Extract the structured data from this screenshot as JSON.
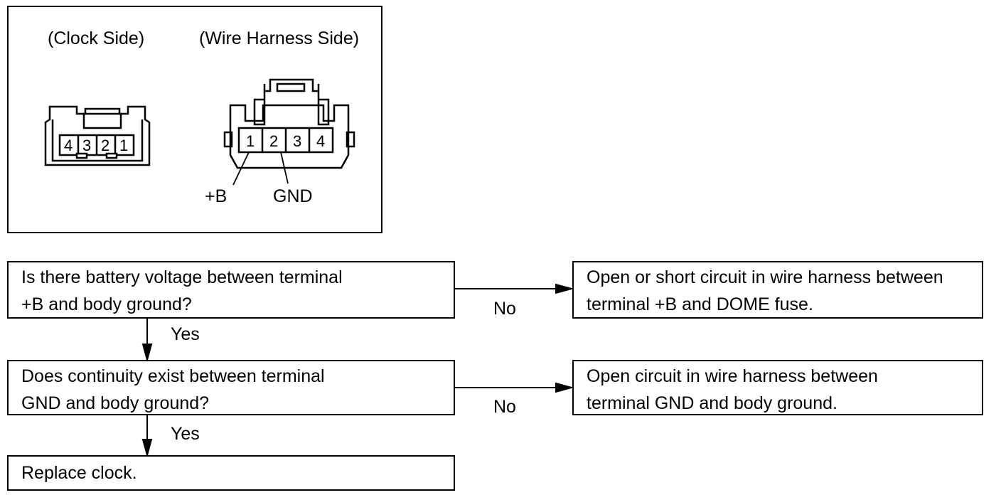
{
  "connector_panel": {
    "clock_side_label": "(Clock Side)",
    "harness_side_label": "(Wire Harness Side)",
    "clock_pins": [
      "4",
      "3",
      "2",
      "1"
    ],
    "harness_pins": [
      "1",
      "2",
      "3",
      "4"
    ],
    "terminal_b_label": "+B",
    "terminal_gnd_label": "GND"
  },
  "flowchart": {
    "step1": {
      "line1": "Is there battery voltage between terminal",
      "line2": "+B and body ground?"
    },
    "result1": {
      "line1": "Open or short circuit in wire harness between",
      "line2": "terminal +B and DOME fuse."
    },
    "step2": {
      "line1": "Does continuity exist between terminal",
      "line2": "GND and body ground?"
    },
    "result2": {
      "line1": "Open circuit in wire harness between",
      "line2": "terminal GND and body ground."
    },
    "step3": {
      "line1": "Replace clock."
    },
    "yes_label_1": "Yes",
    "yes_label_2": "Yes",
    "no_label_1": "No",
    "no_label_2": "No"
  }
}
